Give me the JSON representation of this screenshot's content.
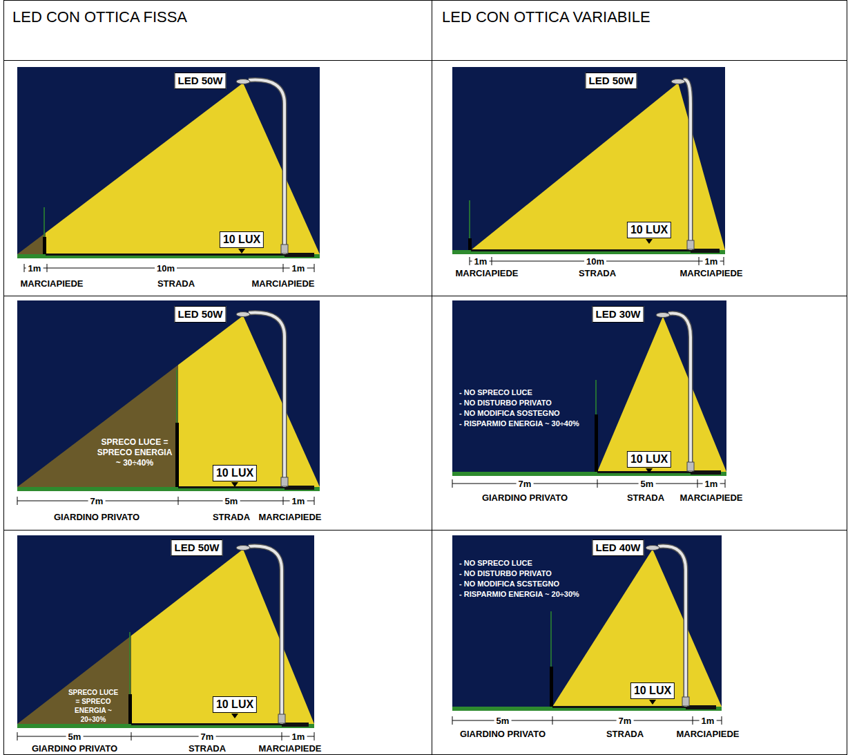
{
  "diagram": {
    "nodes": [
      {
        "text": [
          "LED 50W"
        ]
      },
      {
        "text": [
          "10 LUX"
        ]
      },
      {
        "text": [
          "LED 50W"
        ]
      },
      {
        "text": [
          "10 LUX"
        ]
      },
      {
        "text": [
          "LED 50W"
        ]
      },
      {
        "text": [
          "10 LUX"
        ]
      },
      {
        "text": [
          "LED 30W"
        ]
      },
      {
        "text": [
          "10 LUX"
        ]
      },
      {
        "text": [
          "LED 50W"
        ]
      },
      {
        "text": [
          "10 LUX"
        ]
      },
      {
        "text": [
          "LED 40W"
        ]
      },
      {
        "text": [
          "10 LUX"
        ]
      }
    ],
    "labels": [
      "LED CON OTTICA FISSA",
      "LED CON OTTICA VARIABILE",
      "1m",
      "10m",
      "1m",
      "MARCIAPIEDE",
      "STRADA",
      "MARCIAPIEDE",
      "1m",
      "10m",
      "1m",
      "MARCIAPIEDE",
      "STRADA",
      "MARCIAPIEDE",
      "SPRECO LUCE = SPRECO ENERGIA ~ 30÷40%",
      "7m",
      "5m",
      "1m",
      "GIARDINO PRIVATO",
      "STRADA",
      "MARCIAPIEDE",
      "- NO SPRECO LUCE",
      "- NO DISTURBO PRIVATO",
      "- NO MODIFICA SOSTEGNO",
      "- RISPARMIO ENERGIA ~ 30÷40%",
      "7m",
      "5m",
      "1m",
      "GIARDINO PRIVATO",
      "STRADA",
      "MARCIAPIEDE",
      "SPRECO LUCE = SPRECO ENERGIA ~ 20÷30%",
      "5m",
      "7m",
      "1m",
      "GIARDINO PRIVATO",
      "STRADA",
      "MARCIAPIEDE",
      "- NO SPRECO LUCE",
      "- NO DISTURBO PRIVATO",
      "- NO MODIFICA SCSTEGNO",
      "- RISPARMIO ENERGIA ~ 20÷30%",
      "5m",
      "7m",
      "1m",
      "GIARDINO PRIVATO",
      "STRADA",
      "MARCIAPIEDE"
    ]
  }
}
